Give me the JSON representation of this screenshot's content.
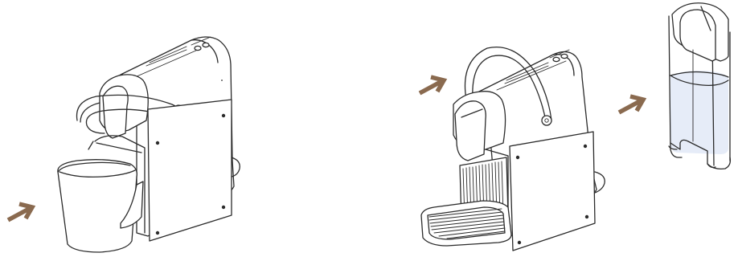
{
  "colors": {
    "arrow": "#8a6a4f",
    "line": "#2b2b2b",
    "water": "#e6ecf8",
    "background": "#ffffff"
  },
  "figures": [
    {
      "name": "machine-with-cup",
      "icon": "coffee-machine-icon"
    },
    {
      "name": "machine-with-drip-tray",
      "icon": "coffee-machine-icon"
    },
    {
      "name": "water-tank",
      "icon": "water-tank-icon"
    }
  ],
  "arrows": [
    {
      "name": "arrow-cup",
      "icon": "arrow-up-right-icon"
    },
    {
      "name": "arrow-machine",
      "icon": "arrow-up-right-icon"
    },
    {
      "name": "arrow-tank",
      "icon": "arrow-up-right-icon"
    }
  ]
}
